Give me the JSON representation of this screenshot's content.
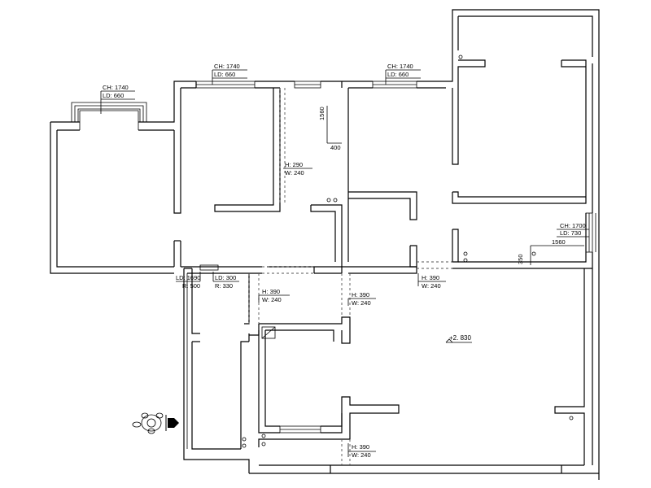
{
  "windows": [
    {
      "id": "w1",
      "ch": "CH: 1740",
      "ld": "LD: 660"
    },
    {
      "id": "w2",
      "ch": "CH: 1740",
      "ld": "LD: 660"
    },
    {
      "id": "w3",
      "ch": "CH: 1740",
      "ld": "LD: 660"
    },
    {
      "id": "w4",
      "ch": "CH: 1700",
      "ld": "LD: 730",
      "width": "1560",
      "height": "350"
    }
  ],
  "openings": [
    {
      "id": "o1",
      "h": "H: 290",
      "w": "W: 240"
    },
    {
      "id": "o2",
      "h": "H: 390",
      "w": "W: 240"
    },
    {
      "id": "o3",
      "h": "H: 390",
      "w": "W: 240"
    },
    {
      "id": "o4",
      "h": "H: 390",
      "w": "W: 240"
    },
    {
      "id": "o5",
      "h": "H: 390",
      "w": "W: 240"
    }
  ],
  "dims": {
    "d1560": "1560",
    "d400": "400"
  },
  "entry": {
    "ld_left": "LD: 1690",
    "r_left": "R: 500",
    "ld_right": "LD: 300",
    "r_right": "R: 330"
  },
  "elevation": "+2. 830"
}
